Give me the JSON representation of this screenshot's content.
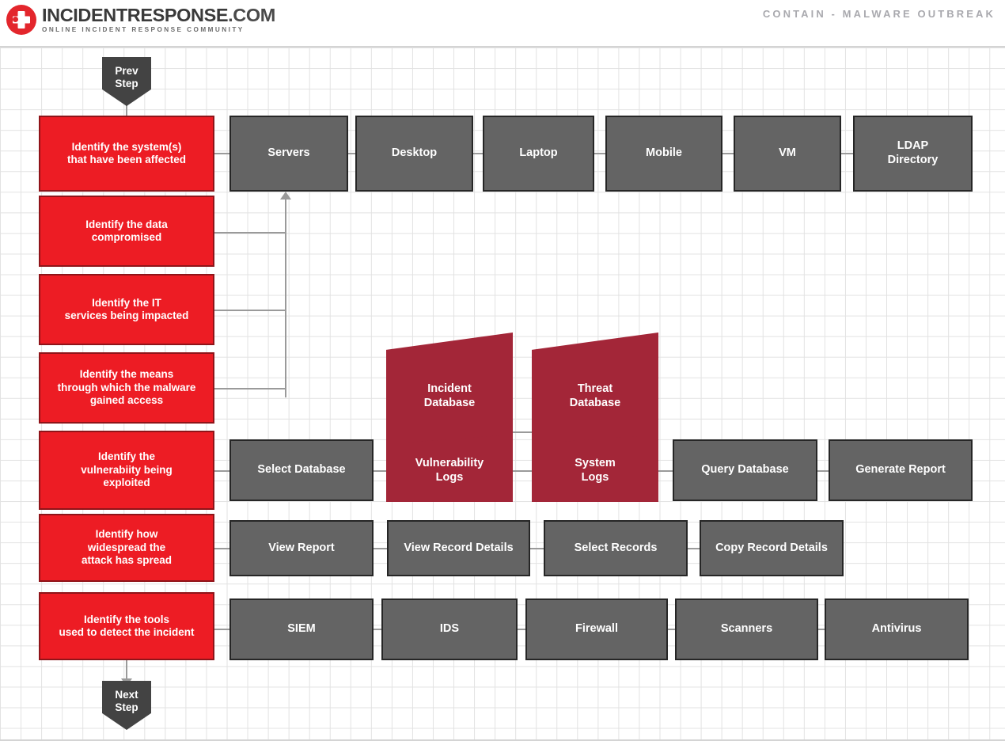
{
  "header": {
    "logo_title_main": "INCIDENTRESPONSE",
    "logo_title_suffix": ".COM",
    "logo_subtitle": "ONLINE INCIDENT RESPONSE COMMUNITY",
    "title": "CONTAIN - MALWARE OUTBREAK"
  },
  "markers": {
    "prev_line1": "Prev",
    "prev_line2": "Step",
    "next_line1": "Next",
    "next_line2": "Step"
  },
  "steps": [
    {
      "label": "Identify the system(s)\nthat have been affected"
    },
    {
      "label": "Identify the data\ncompromised"
    },
    {
      "label": "Identify the IT\nservices being impacted"
    },
    {
      "label": "Identify the means\nthrough which the malware\ngained access"
    },
    {
      "label": "Identify the\nvulnerabiity being\nexploited"
    },
    {
      "label": "Identify how\nwidespread the\nattack has spread"
    },
    {
      "label": "Identify the tools\nused to detect the incident"
    }
  ],
  "systems_row": [
    {
      "label": "Servers"
    },
    {
      "label": "Desktop"
    },
    {
      "label": "Laptop"
    },
    {
      "label": "Mobile"
    },
    {
      "label": "VM"
    },
    {
      "label": "LDAP\nDirectory"
    }
  ],
  "databases_row": [
    {
      "label": "Incident\nDatabase"
    },
    {
      "label": "Threat\nDatabase"
    }
  ],
  "logs_row": [
    {
      "label": "Vulnerability\nLogs"
    },
    {
      "label": "System\nLogs"
    }
  ],
  "database_actions_row": [
    {
      "label": "Select Database"
    },
    {
      "label": "Query Database"
    },
    {
      "label": "Generate Report"
    }
  ],
  "records_row": [
    {
      "label": "View Report"
    },
    {
      "label": "View Record Details"
    },
    {
      "label": "Select Records"
    },
    {
      "label": "Copy Record Details"
    }
  ],
  "tools_row": [
    {
      "label": "SIEM"
    },
    {
      "label": "IDS"
    },
    {
      "label": "Firewall"
    },
    {
      "label": "Scanners"
    },
    {
      "label": "Antivirus"
    }
  ],
  "colors": {
    "red_step": "#ED1C24",
    "red_step_border": "#8F1419",
    "gray_node": "#646464",
    "gray_node_border": "#262626",
    "dark_red_trapezoid": "#A32638",
    "marker_gray": "#434343",
    "connector_gray": "#9A9A9A",
    "grid_line": "#E2E2E2",
    "header_title": "#A9A9AE",
    "brand_red": "#E3262C"
  }
}
